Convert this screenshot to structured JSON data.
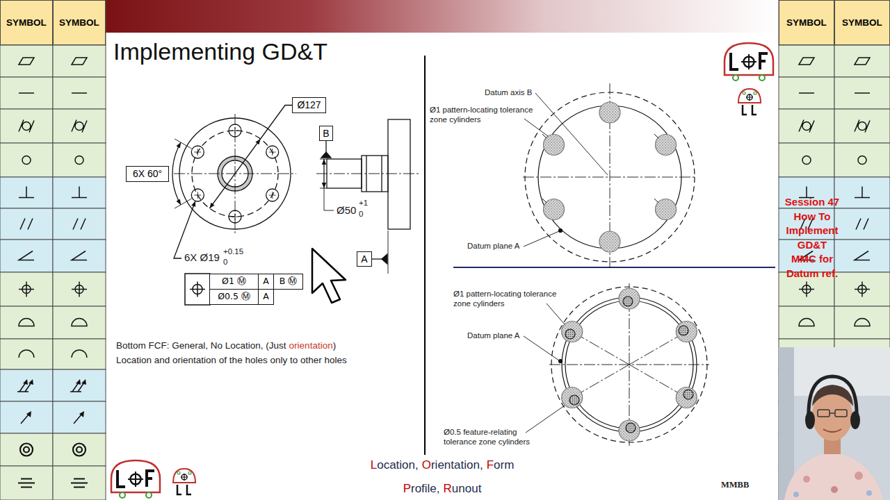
{
  "diagram": {
    "title": "Implementing GD&T",
    "nodes": [
      {
        "text": [
          "SYMBOL"
        ]
      },
      {
        "text": [
          "SYMBOL"
        ]
      },
      {
        "text": [
          "SYMBOL"
        ]
      },
      {
        "text": [
          "SYMBOL"
        ]
      },
      {
        "text": [
          "Ø127"
        ]
      },
      {
        "text": [
          "B"
        ]
      },
      {
        "text": [
          "6X 60°"
        ]
      },
      {
        "text": [
          "A"
        ]
      },
      {
        "text": [
          "Ø1 Ⓜ"
        ]
      },
      {
        "text": [
          "A"
        ]
      },
      {
        "text": [
          "B Ⓜ"
        ]
      },
      {
        "text": [
          "Ø0.5 Ⓜ"
        ]
      },
      {
        "text": [
          "A"
        ]
      }
    ],
    "labels": [
      "6X Ø19",
      "+0.15",
      "0",
      "Ø50",
      "+1",
      "0",
      "Bottom FCF: General, No Location, (Just",
      "orientation",
      ")",
      "Location and orientation of the holes only to other holes",
      "Datum axis B",
      "Ø1 pattern-locating tolerance zone cylinders",
      "Datum plane A",
      "Ø1 pattern-locating tolerance zone cylinders",
      "Datum plane A",
      "Ø0.5 feature-relating tolerance zone cylinders",
      "Session 47 How To Implement GD&T MMC for Datum ref.",
      "Location,",
      "Orientation,",
      "Form",
      "Profile,",
      "Runout",
      "MMBB"
    ]
  }
}
